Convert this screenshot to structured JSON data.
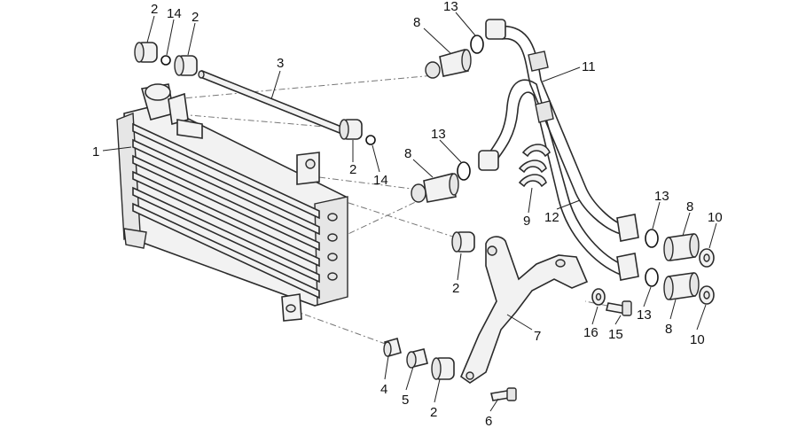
{
  "diagram": {
    "part_labels": [
      {
        "id": "l-2a",
        "text": "2"
      },
      {
        "id": "l-14a",
        "text": "14"
      },
      {
        "id": "l-2b",
        "text": "2"
      },
      {
        "id": "l-3",
        "text": "3"
      },
      {
        "id": "l-1",
        "text": "1"
      },
      {
        "id": "l-2c",
        "text": "2"
      },
      {
        "id": "l-14b",
        "text": "14"
      },
      {
        "id": "l-8a",
        "text": "8"
      },
      {
        "id": "l-13a",
        "text": "13"
      },
      {
        "id": "l-11",
        "text": "11"
      },
      {
        "id": "l-13b",
        "text": "13"
      },
      {
        "id": "l-8b",
        "text": "8"
      },
      {
        "id": "l-9",
        "text": "9"
      },
      {
        "id": "l-12",
        "text": "12"
      },
      {
        "id": "l-13c",
        "text": "13"
      },
      {
        "id": "l-8c",
        "text": "8"
      },
      {
        "id": "l-10a",
        "text": "10"
      },
      {
        "id": "l-2d",
        "text": "2"
      },
      {
        "id": "l-7",
        "text": "7"
      },
      {
        "id": "l-16",
        "text": "16"
      },
      {
        "id": "l-15",
        "text": "15"
      },
      {
        "id": "l-13d",
        "text": "13"
      },
      {
        "id": "l-8d",
        "text": "8"
      },
      {
        "id": "l-10b",
        "text": "10"
      },
      {
        "id": "l-4",
        "text": "4"
      },
      {
        "id": "l-5",
        "text": "5"
      },
      {
        "id": "l-2e",
        "text": "2"
      },
      {
        "id": "l-6",
        "text": "6"
      }
    ]
  }
}
